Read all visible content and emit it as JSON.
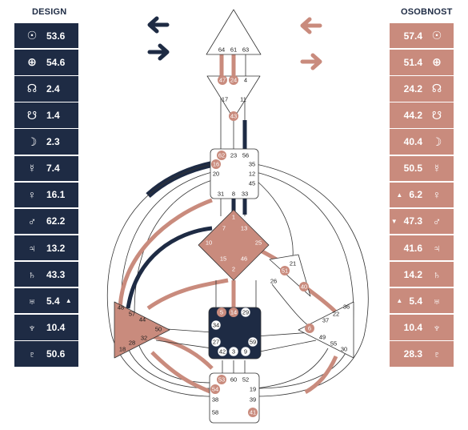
{
  "design": {
    "title": "DESIGN",
    "rows": [
      {
        "icon": "sun-icon",
        "glyph": "☉",
        "value": "53.6",
        "arrow": ""
      },
      {
        "icon": "earth-icon",
        "glyph": "⊕",
        "value": "54.6",
        "arrow": ""
      },
      {
        "icon": "north-node-icon",
        "glyph": "☊",
        "value": "2.4",
        "arrow": ""
      },
      {
        "icon": "south-node-icon",
        "glyph": "☋",
        "value": "1.4",
        "arrow": ""
      },
      {
        "icon": "moon-icon",
        "glyph": "☽",
        "value": "2.3",
        "arrow": ""
      },
      {
        "icon": "mercury-icon",
        "glyph": "☿",
        "value": "7.4",
        "arrow": ""
      },
      {
        "icon": "venus-icon",
        "glyph": "♀",
        "value": "16.1",
        "arrow": ""
      },
      {
        "icon": "mars-icon",
        "glyph": "♂",
        "value": "62.2",
        "arrow": ""
      },
      {
        "icon": "jupiter-icon",
        "glyph": "♃",
        "value": "13.2",
        "arrow": ""
      },
      {
        "icon": "saturn-icon",
        "glyph": "♄",
        "value": "43.3",
        "arrow": ""
      },
      {
        "icon": "uranus-icon",
        "glyph": "♅",
        "value": "5.4",
        "arrow": "▲"
      },
      {
        "icon": "neptune-icon",
        "glyph": "♆",
        "value": "10.4",
        "arrow": ""
      },
      {
        "icon": "pluto-icon",
        "glyph": "♇",
        "value": "50.6",
        "arrow": ""
      }
    ]
  },
  "personality": {
    "title": "OSOBNOST",
    "rows": [
      {
        "icon": "sun-icon",
        "glyph": "☉",
        "value": "57.4",
        "arrow": ""
      },
      {
        "icon": "earth-icon",
        "glyph": "⊕",
        "value": "51.4",
        "arrow": ""
      },
      {
        "icon": "north-node-icon",
        "glyph": "☊",
        "value": "24.2",
        "arrow": ""
      },
      {
        "icon": "south-node-icon",
        "glyph": "☋",
        "value": "44.2",
        "arrow": ""
      },
      {
        "icon": "moon-icon",
        "glyph": "☽",
        "value": "40.4",
        "arrow": ""
      },
      {
        "icon": "mercury-icon",
        "glyph": "☿",
        "value": "50.5",
        "arrow": ""
      },
      {
        "icon": "venus-icon",
        "glyph": "♀",
        "value": "6.2",
        "arrow": "▲"
      },
      {
        "icon": "mars-icon",
        "glyph": "♂",
        "value": "47.3",
        "arrow": "▼"
      },
      {
        "icon": "jupiter-icon",
        "glyph": "♃",
        "value": "41.6",
        "arrow": ""
      },
      {
        "icon": "saturn-icon",
        "glyph": "♄",
        "value": "14.2",
        "arrow": ""
      },
      {
        "icon": "uranus-icon",
        "glyph": "♅",
        "value": "5.4",
        "arrow": "▲"
      },
      {
        "icon": "neptune-icon",
        "glyph": "♆",
        "value": "10.4",
        "arrow": ""
      },
      {
        "icon": "pluto-icon",
        "glyph": "♇",
        "value": "28.3",
        "arrow": ""
      }
    ]
  },
  "colors": {
    "design": "#1e2b44",
    "personality": "#c98b7d",
    "line": "#333333"
  },
  "arrows": {
    "design_top": "arrow-left-icon",
    "design_bottom": "arrow-right-icon",
    "personality_top": "arrow-left-icon",
    "personality_bottom": "arrow-right-icon"
  },
  "bodygraph": {
    "head": [
      "64",
      "61",
      "63"
    ],
    "ajna": [
      "47",
      "24",
      "4",
      "17",
      "11",
      "43"
    ],
    "throat": [
      "62",
      "23",
      "56",
      "16",
      "35",
      "20",
      "12",
      "45",
      "31",
      "8",
      "33"
    ],
    "g": [
      "1",
      "7",
      "13",
      "10",
      "25",
      "15",
      "46",
      "2"
    ],
    "ego": [
      "21",
      "26",
      "51",
      "40"
    ],
    "spleen": [
      "48",
      "57",
      "44",
      "50",
      "32",
      "28",
      "18"
    ],
    "solar_plexus": [
      "36",
      "22",
      "37",
      "6",
      "49",
      "55",
      "30"
    ],
    "sacral": [
      "5",
      "14",
      "29",
      "34",
      "27",
      "59",
      "42",
      "3",
      "9"
    ],
    "root": [
      "53",
      "60",
      "52",
      "54",
      "19",
      "38",
      "39",
      "58",
      "41"
    ]
  }
}
